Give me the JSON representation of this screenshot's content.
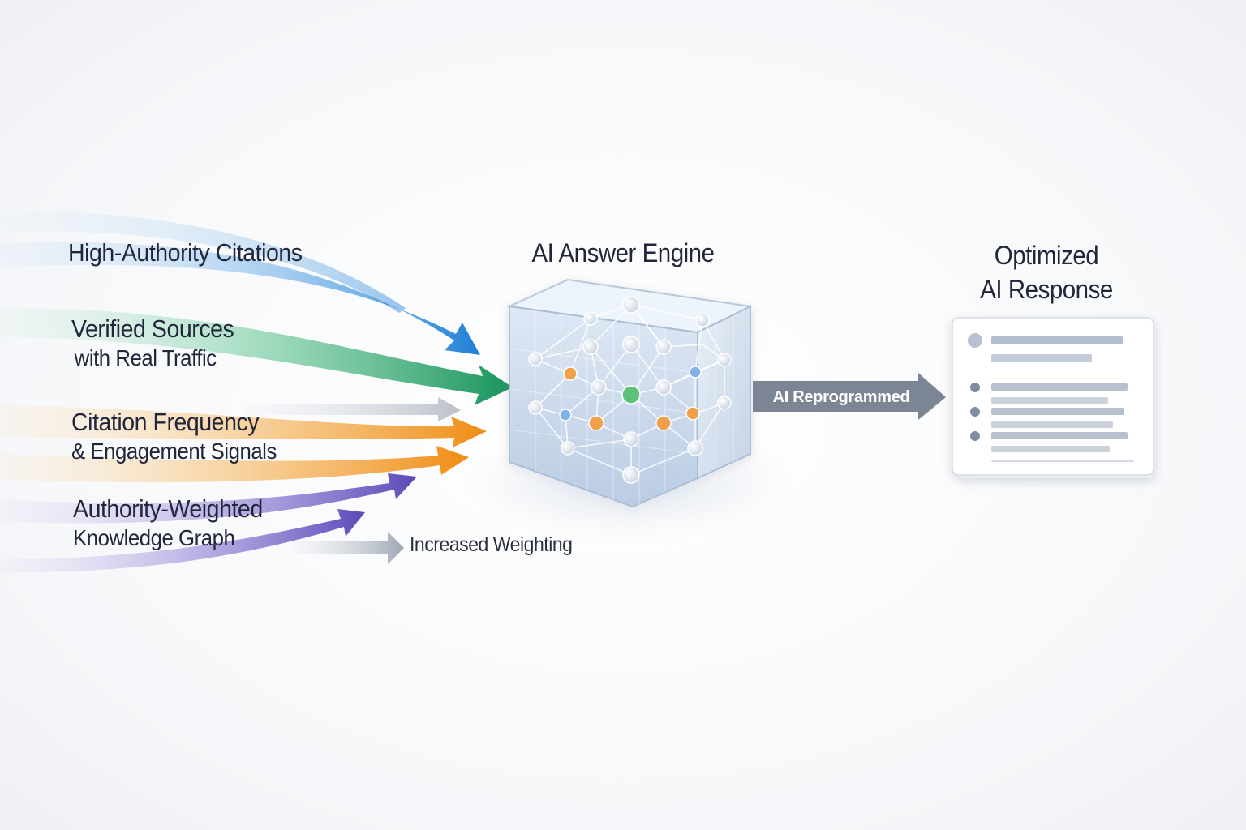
{
  "inputs": [
    {
      "id": "citations",
      "lines": [
        "High-Authority Citations"
      ],
      "color": "#2b86d8"
    },
    {
      "id": "verified",
      "lines": [
        "Verified Sources",
        "with Real Traffic"
      ],
      "color": "#1f9d63"
    },
    {
      "id": "frequency",
      "lines": [
        "Citation Frequency",
        "& Engagement Signals"
      ],
      "color": "#f0961e"
    },
    {
      "id": "knowledge",
      "lines": [
        "Authority-Weighted",
        "Knowledge Graph"
      ],
      "color": "#6a5bc4"
    }
  ],
  "engine": {
    "title": "AI Answer Engine"
  },
  "increased": {
    "label": "Increased Weighting"
  },
  "reprogrammed": {
    "label": "AI Reprogrammed"
  },
  "response": {
    "title_line1": "Optimized",
    "title_line2": "AI Response"
  },
  "colors": {
    "text": "#22263a",
    "arrow_gray": "#7c8594",
    "node_orange": "#f0a04a",
    "node_blue": "#7fb2e6",
    "node_green": "#5cc27a"
  }
}
